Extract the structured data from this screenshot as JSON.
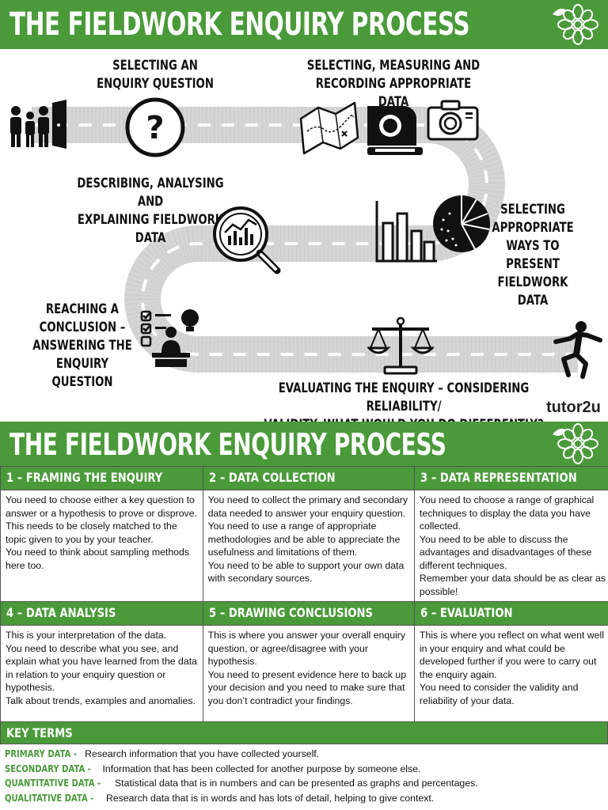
{
  "title": "THE FIELDWORK ENQUIRY PROCESS",
  "road_labels": {
    "selecting_question": "SELECTING AN\nENQUIRY QUESTION",
    "selecting_data": "SELECTING, MEASURING AND\nRECORDING APPROPRIATE DATA",
    "describing": "DESCRIBING, ANALYSING AND\nEXPLAINING FIELDWORK DATA",
    "presenting": "SELECTING\nAPPROPRIATE\nWAYS TO PRESENT\nFIELDWORK DATA",
    "conclusion": "REACHING A\nCONCLUSION –\nANSWERING THE\nENQUIRY QUESTION",
    "evaluating": "EVALUATING THE ENQUIRY – CONSIDERING RELIABILITY/\nVALIDITY. WHAT WOULD YOU DO DIFFERENTLY?"
  },
  "icons": [
    "family-icon",
    "question-icon",
    "map-icon",
    "tape-measure-icon",
    "camera-icon",
    "magnifier-chart-icon",
    "bar-chart-icon",
    "pie-chart-icon",
    "checklist-lightbulb-icon",
    "scales-icon",
    "runner-icon",
    "flower-icon"
  ],
  "logo": "tutor2u",
  "colors": {
    "brand_green": "#4a9a3a",
    "road": "#d9d9d9"
  },
  "sections": [
    {
      "heading": "1 – FRAMING THE ENQUIRY",
      "lines": [
        "You need to choose either a key question to answer or a hypothesis to prove or disprove.",
        "This needs to be closely matched to the topic given to you by your teacher.",
        "You need to think about sampling methods here too."
      ]
    },
    {
      "heading": "2 – DATA COLLECTION",
      "lines": [
        "You need to collect the primary and secondary data needed to answer your enquiry question.",
        "You need to use a range of appropriate methodologies and be able to appreciate the usefulness and limitations of them.",
        "You need to be able to support your own data with secondary sources."
      ]
    },
    {
      "heading": "3 – DATA REPRESENTATION",
      "lines": [
        "You need to choose a range of graphical techniques to display the data you have collected.",
        "You need to be able to discuss the advantages and disadvantages of these different techniques.",
        "Remember your data should be as clear as possible!"
      ]
    },
    {
      "heading": "4 – DATA ANALYSIS",
      "lines": [
        "This is your interpretation of the data.",
        "You need to describe what you see, and explain what you have learned from the data in relation to your enquiry question or hypothesis.",
        "Talk about trends, examples and anomalies."
      ]
    },
    {
      "heading": "5 – DRAWING CONCLUSIONS",
      "lines": [
        "This is where you answer your overall enquiry question, or agree/disagree with your hypothesis.",
        "You need to present evidence here to back up your decision and you need to make sure that you don’t contradict your findings."
      ]
    },
    {
      "heading": "6 – EVALUATION",
      "lines": [
        "This is where you reflect on what went well in your enquiry and what could be developed further if you were to carry out the enquiry again.",
        "You need to consider the validity and reliability of your data."
      ]
    }
  ],
  "key_terms": {
    "heading": "KEY TERMS",
    "items": [
      {
        "term": "PRIMARY DATA -",
        "definition": "Research information that you have collected yourself."
      },
      {
        "term": "SECONDARY DATA -",
        "definition": "Information that has been collected for another purpose by someone else."
      },
      {
        "term": "QUANTITATIVE DATA -",
        "definition": "Statistical data that is in numbers and can be presented as graphs and percentages."
      },
      {
        "term": "QUALITATIVE DATA -",
        "definition": "Research data that is in words and has lots of detail, helping to give context."
      }
    ]
  }
}
